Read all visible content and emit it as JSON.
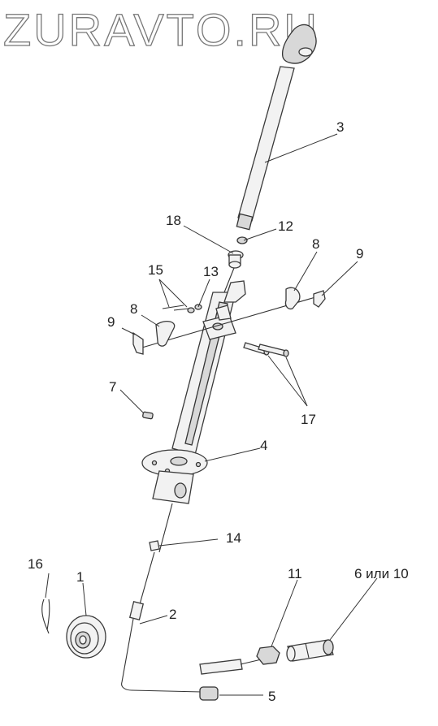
{
  "watermark": "ZURAVTO.RU",
  "labels": {
    "l1": "1",
    "l2": "2",
    "l3": "3",
    "l4": "4",
    "l5": "5",
    "l6": "6 или 10",
    "l7": "7",
    "l8a": "8",
    "l8b": "8",
    "l9a": "9",
    "l9b": "9",
    "l11": "11",
    "l12": "12",
    "l13": "13",
    "l14": "14",
    "l15": "15",
    "l16": "16",
    "l17": "17",
    "l18": "18"
  }
}
